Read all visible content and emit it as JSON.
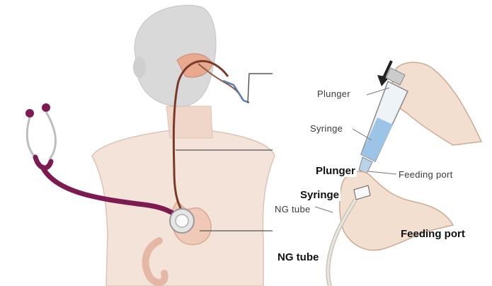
{
  "labels": {
    "plunger_upper": "Plunger",
    "syringe_upper": "Syringe",
    "feeding_port_upper": "Feeding port",
    "ng_tube_upper": "NG tube",
    "plunger": "Plunger",
    "syringe": "Syringe",
    "feeding_port": "Feeding port",
    "ng_tube": "NG tube"
  },
  "colors": {
    "skin": "#f4e3d8",
    "head": "#d9d9d9",
    "tube": "#7a3a2a",
    "stethoscope": "#7d1a52",
    "syringe_fluid": "#9cc4e6",
    "label_text": "#111111"
  }
}
